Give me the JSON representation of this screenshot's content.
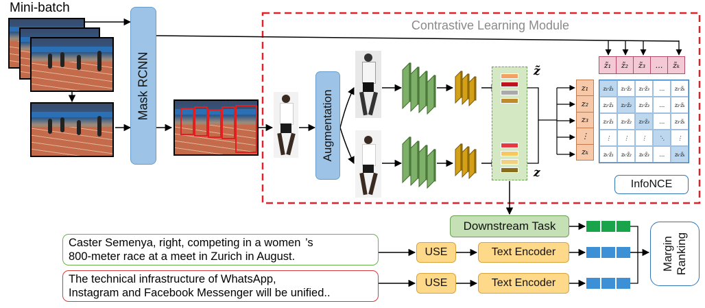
{
  "mini_batch_label": "Mini-batch",
  "detector_label": "Mask RCNN",
  "module_title": "Contrastive Learning Module",
  "augmentation_label": "Augmentation",
  "z_tilde_label": "z̃",
  "z_label": "z",
  "infonce_label": "InfoNCE",
  "z_tilde_tokens": [
    "z̃₁",
    "z̃₂",
    "z̃₃",
    "…",
    "z̃ₖ"
  ],
  "z_tokens": [
    "z₁",
    "z₂",
    "z₃",
    "⋮",
    "zₖ"
  ],
  "matrix_rows": [
    [
      "z₁·z̃₁",
      "z₁·z̃₂",
      "z₁·z̃₃",
      "…",
      "z₁·z̃ₖ"
    ],
    [
      "z₂·z̃₁",
      "z₂·z̃₂",
      "z₂·z̃₃",
      "…",
      "z₂·z̃ₖ"
    ],
    [
      "z₃·z̃₁",
      "z₃·z̃₂",
      "z₃·z̃₃",
      "…",
      "z₃·z̃ₖ"
    ],
    [
      "⋮",
      "⋮",
      "⋮",
      "⋱",
      "⋮"
    ],
    [
      "zₖ·z̃₁",
      "zₖ·z̃₂",
      "zₖ·z̃₃",
      "…",
      "zₖ·z̃ₖ"
    ]
  ],
  "downstream_task_label": "Downstream Task",
  "use_label": "USE",
  "text_encoder_label": "Text Encoder",
  "margin_ranking_label": [
    "Margin",
    "Ranking"
  ],
  "caption_1": [
    "Caster Semenya, right, competing in a women  ’s",
    "800-meter race at a meet in Zurich in August."
  ],
  "caption_2": [
    "The technical infrastructure of WhatsApp,",
    "Instagram and Facebook Messenger will be unified.."
  ],
  "colors": {
    "dashed_module": "#e0202a",
    "blue_box": "#9dc3e6",
    "blue_box_dark": "#6a9cc9",
    "green_box": "#c5e0b4",
    "green_box_border": "#6a9f55",
    "orange_box": "#ffd98a",
    "orange_box_border": "#d9a23a",
    "pink_cell": "#f4c9d6",
    "peach_cell": "#f8c9a8",
    "matrix_blue": "#bdd7ee",
    "caption_1_border": "#6ab04c",
    "caption_2_border": "#d63a3a",
    "infonce_border": "#2e75b6",
    "embed_green": "#19a34a",
    "embed_blue": "#3d8fd6",
    "cnn_green": "#7fb069",
    "cnn_gold": "#d4a017"
  },
  "feature_tilde_colors": [
    "#f4a261",
    "#c1121f",
    "#aaaaaa",
    "#bf8a2a"
  ],
  "feature_colors": [
    "#e63946",
    "#f6c85f",
    "#f2d082",
    "#8a6d1a"
  ]
}
